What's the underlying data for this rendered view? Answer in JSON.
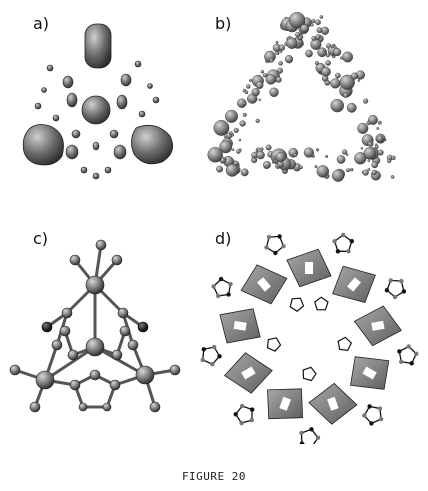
{
  "panels": [
    {
      "label": "a)"
    },
    {
      "label": "b)"
    },
    {
      "label": "c)"
    },
    {
      "label": "d)"
    }
  ],
  "caption": "FIGURE 20",
  "colors": {
    "surface": "#6f6f6f",
    "surface_dark": "#3a3a3a",
    "surface_light": "#b5b5b5",
    "atom": "#7a7a7a",
    "atom_dark": "#1a1a1a",
    "polyhedron": "#8a8a8a"
  }
}
